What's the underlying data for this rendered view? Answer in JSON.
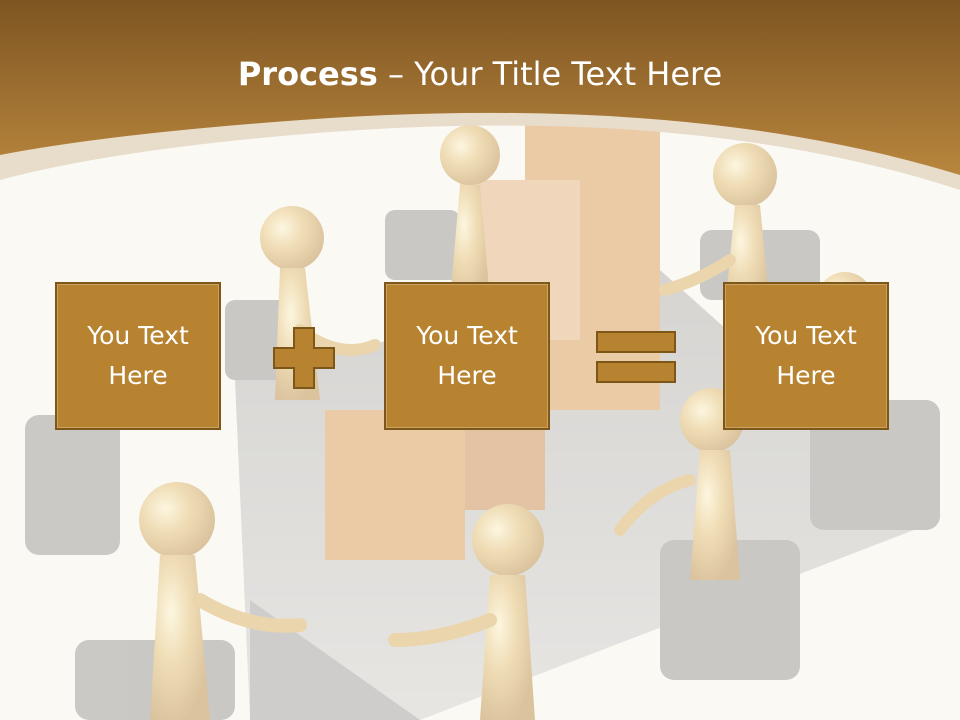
{
  "slide": {
    "title_bold": "Process",
    "title_sep": " – ",
    "title_rest": "Your Title Text Here",
    "boxes": [
      {
        "label": "You Text Here"
      },
      {
        "label": "You Text Here"
      },
      {
        "label": "You Text Here"
      }
    ],
    "operators": [
      "plus-icon",
      "equals-icon"
    ]
  },
  "colors": {
    "header": "#9b6a2a",
    "box_fill": "#b78330",
    "box_border": "#7c5718",
    "operator_fill": "#b78330",
    "background": "#fbf9f4"
  }
}
